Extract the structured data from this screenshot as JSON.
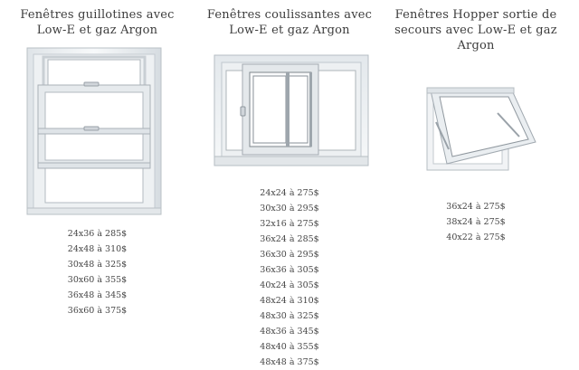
{
  "columns": [
    {
      "title": "Fenêtres guillotines avec Low-E et gaz Argon",
      "image_icon": "single-hung-window-icon",
      "prices": [
        "24x36 à 285$",
        "24x48 à 310$",
        "30x48 à 325$",
        "30x60 à 355$",
        "36x48 à 345$",
        "36x60 à 375$"
      ]
    },
    {
      "title": "Fenêtres coulissantes avec Low-E et gaz Argon",
      "image_icon": "sliding-window-icon",
      "prices": [
        "24x24 à 275$",
        "30x30 à 295$",
        "32x16 à 275$",
        "36x24 à 285$",
        "36x30 à 295$",
        "36x36 à 305$",
        "40x24 à 305$",
        "48x24 à 310$",
        "48x30 à 325$",
        "48x36 à 345$",
        "48x40 à 355$",
        "48x48 à 375$"
      ]
    },
    {
      "title": "Fenêtres Hopper sortie de secours avec Low-E et gaz Argon",
      "image_icon": "hopper-window-icon",
      "prices": [
        "36x24 à 275$",
        "38x24 à 275$",
        "40x22 à 275$"
      ]
    }
  ]
}
